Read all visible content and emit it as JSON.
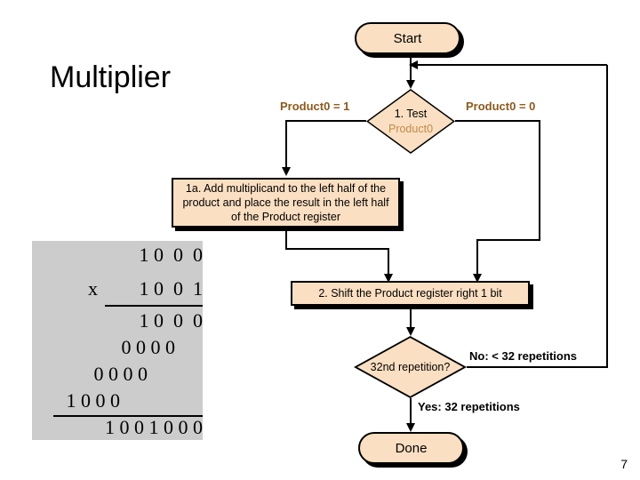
{
  "slide": {
    "title": "Multiplier",
    "page_number": "7",
    "background_color": "#ffffff",
    "panel_color": "#cccccc",
    "node_fill_color": "#fbdfc2",
    "node_border_color": "#000000",
    "label_brown_color": "#8c5a1e",
    "tan_text_color": "#c08a4a"
  },
  "binary_multiply": {
    "multiplicand": "1 0  0  0",
    "multiplier_op": "x",
    "multiplier": "1 0  0  1",
    "partials": [
      "1 0  0  0",
      "0 0 0 0",
      "0 0 0 0",
      "1 0 0 0"
    ],
    "product": "1 0 0 1 0 0 0"
  },
  "flowchart": {
    "nodes": {
      "start": {
        "label": "Start"
      },
      "test_product0": {
        "line1": "1. Test",
        "line2": "Product0"
      },
      "add_multiplicand": {
        "text": "1a. Add multiplicand to the left half of the product and place the result in the left half of the Product register"
      },
      "shift_product": {
        "text": "2. Shift the Product register right 1 bit"
      },
      "repetition_check": {
        "label": "32nd repetition?"
      },
      "done": {
        "label": "Done"
      }
    },
    "edge_labels": {
      "product0_eq_1": "Product0 = 1",
      "product0_eq_0": "Product0 = 0",
      "no_branch": "No:  < 32 repetitions",
      "yes_branch": "Yes:  32 repetitions"
    }
  }
}
